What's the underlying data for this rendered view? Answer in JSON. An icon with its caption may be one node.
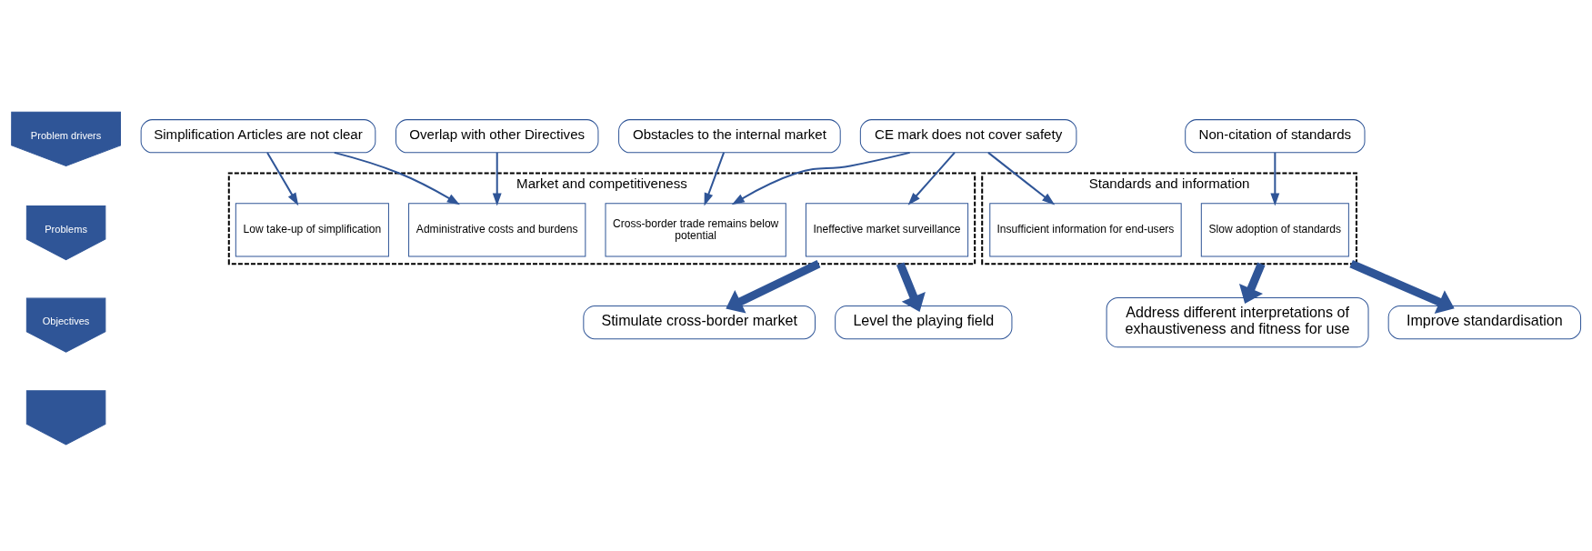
{
  "diagram": {
    "nodes": [
      {
        "text": [
          "Problem drivers"
        ]
      },
      {
        "text": [
          "Problems"
        ]
      },
      {
        "text": [
          "Objectives"
        ]
      },
      {
        "text": [],
        "shape": "chevron"
      },
      {
        "text": [
          "Simplification Articles are not clear"
        ]
      },
      {
        "text": [
          "Overlap with other Directives"
        ]
      },
      {
        "text": [
          "CE mark does not cover safety"
        ]
      },
      {
        "text": [
          "Obstacles to the internal market"
        ]
      },
      {
        "text": [
          "Non-citation of standards"
        ]
      },
      {
        "text": [
          "Market and competitiveness"
        ]
      },
      {
        "text": [
          "Low take-up of simplification"
        ],
        "in": 9
      },
      {
        "text": [
          "Administrative costs and burdens"
        ],
        "in": 9
      },
      {
        "text": [
          "Ineffective market surveillance"
        ],
        "in": 9
      },
      {
        "text": [
          "Cross-border trade remains below potential"
        ],
        "in": 9
      },
      {
        "text": [
          "Standards and information"
        ]
      },
      {
        "text": [
          "Insufficient information for end-users"
        ],
        "in": 14
      },
      {
        "text": [
          "Slow adoption of standards"
        ],
        "in": 14
      },
      {
        "text": [
          "Stimulate cross-border market"
        ]
      },
      {
        "text": [
          "Level the playing field"
        ]
      },
      {
        "text": [
          "Address different interpretations of exhaustiveness and fitness for use"
        ]
      },
      {
        "text": [
          "Improve standardisation"
        ]
      }
    ],
    "edges": [
      {
        "from": 4,
        "to": 10,
        "arrow": "to"
      },
      {
        "from": 4,
        "to": 11,
        "arrow": "to"
      },
      {
        "from": 5,
        "to": 11,
        "arrow": "to"
      },
      {
        "from": 6,
        "to": 12,
        "arrow": "to"
      },
      {
        "from": 6,
        "to": 13,
        "arrow": "to"
      },
      {
        "from": 6,
        "to": 15,
        "arrow": "to"
      },
      {
        "from": 7,
        "to": 13,
        "arrow": "to"
      },
      {
        "from": 8,
        "to": 16,
        "arrow": "to"
      },
      {
        "from": 9,
        "to": 17,
        "arrow": "to",
        "style": "thick"
      },
      {
        "from": 9,
        "to": 18,
        "arrow": "to",
        "style": "thick"
      },
      {
        "from": 14,
        "to": 19,
        "arrow": "to",
        "style": "thick"
      },
      {
        "from": 14,
        "to": 20,
        "arrow": "to",
        "style": "thick"
      }
    ]
  }
}
